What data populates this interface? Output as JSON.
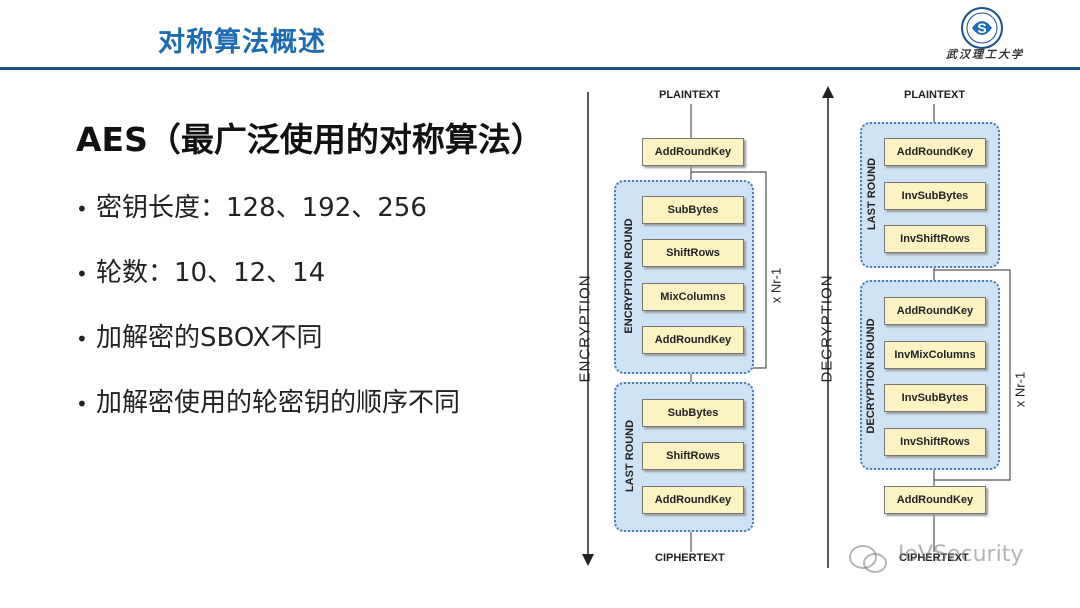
{
  "header": {
    "title": "对称算法概述",
    "logo_text": "武汉理工大学",
    "logo_inner": "S"
  },
  "main": {
    "heading": "AES（最广泛使用的对称算法）",
    "bullets": [
      "密钥长度：128、192、256",
      "轮数：10、12、14",
      "加解密的SBOX不同",
      "加解密使用的轮密钥的顺序不同"
    ]
  },
  "diagram": {
    "encryption": {
      "top_label": "PLAINTEXT",
      "bottom_label": "CIPHERTEXT",
      "side_label": "ENCRYPTION",
      "initial_step": "AddRoundKey",
      "round_label": "ENCRYPTION ROUND",
      "round_steps": [
        "SubBytes",
        "ShiftRows",
        "MixColumns",
        "AddRoundKey"
      ],
      "loop_label": "x Nr-1",
      "last_round_label": "LAST ROUND",
      "last_round_steps": [
        "SubBytes",
        "ShiftRows",
        "AddRoundKey"
      ]
    },
    "decryption": {
      "top_label": "PLAINTEXT",
      "bottom_label": "CIPHERTEXT",
      "side_label": "DECRYPTION",
      "last_round_label": "LAST ROUND",
      "last_round_steps": [
        "AddRoundKey",
        "InvSubBytes",
        "InvShiftRows"
      ],
      "round_label": "DECRYPTION ROUND",
      "round_steps": [
        "AddRoundKey",
        "InvMixColumns",
        "InvSubBytes",
        "InvShiftRows"
      ],
      "loop_label": "x Nr-1",
      "initial_step": "AddRoundKey"
    }
  },
  "watermark": "IoVSecurity",
  "colors": {
    "title_blue": "#1b6cb3",
    "header_line": "#1b4f8f",
    "node_fill": "#fbf3c2",
    "round_fill": "#cfe3f7"
  }
}
